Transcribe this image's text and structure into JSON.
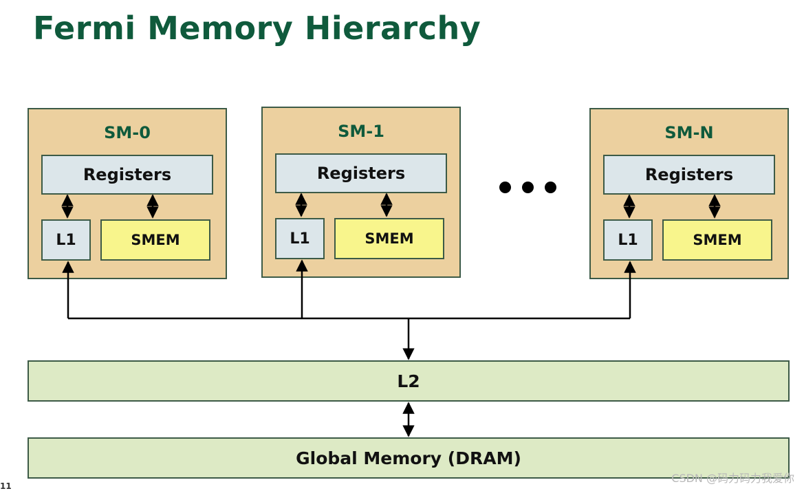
{
  "title": "Fermi Memory Hierarchy",
  "sms": [
    {
      "label": "SM-0",
      "registers": "Registers",
      "l1": "L1",
      "smem": "SMEM"
    },
    {
      "label": "SM-1",
      "registers": "Registers",
      "l1": "L1",
      "smem": "SMEM"
    },
    {
      "label": "SM-N",
      "registers": "Registers",
      "l1": "L1",
      "smem": "SMEM"
    }
  ],
  "l2": "L2",
  "global_memory": "Global Memory (DRAM)",
  "watermark": "CSDN @码力码力我爱你",
  "page_number": "11",
  "colors": {
    "title": "#0f5a3c",
    "sm_fill": "#ecd09f",
    "register_fill": "#dce6ea",
    "smem_fill": "#f8f58c",
    "cache_bar_fill": "#ddeac5"
  }
}
